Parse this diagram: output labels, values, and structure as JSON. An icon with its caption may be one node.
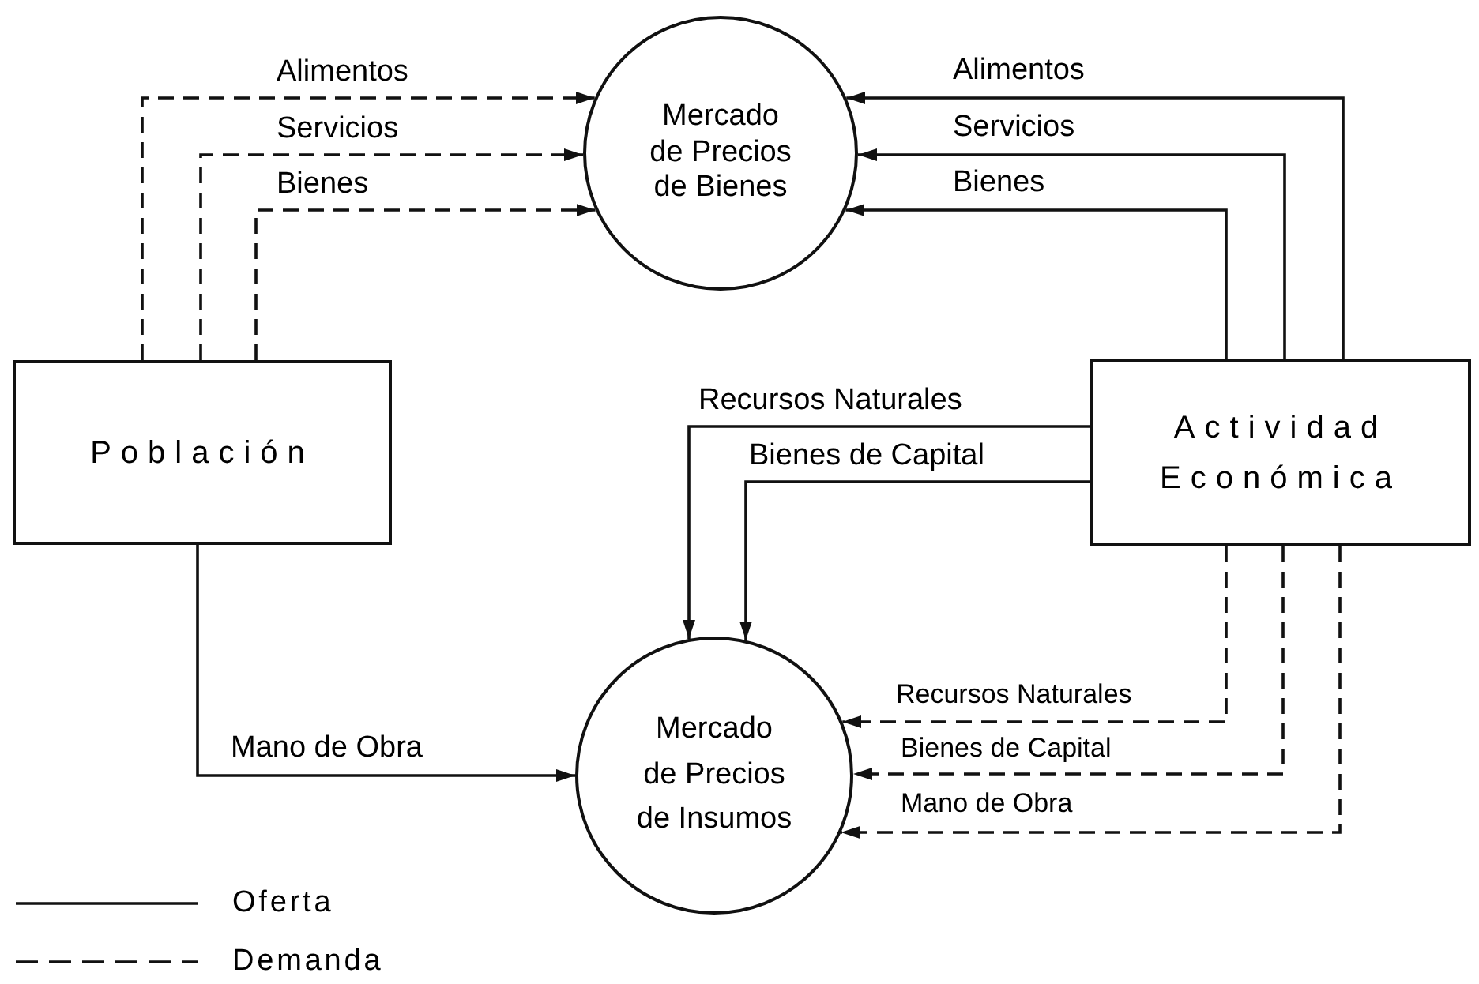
{
  "diagram": {
    "nodes": [
      {
        "text": [
          "Población"
        ]
      },
      {
        "text": [
          "Mercado de Precios de Bienes"
        ]
      },
      {
        "text": [
          "Actividad Económica"
        ]
      },
      {
        "text": [
          "Mercado de Precios de Insumos"
        ]
      }
    ],
    "edges": [
      {
        "from": 0,
        "to": 1,
        "arrow": "to",
        "label": "Alimentos",
        "style": "dashed"
      },
      {
        "from": 0,
        "to": 1,
        "arrow": "to",
        "label": "Servicios",
        "style": "dashed"
      },
      {
        "from": 0,
        "to": 1,
        "arrow": "to",
        "label": "Bienes",
        "style": "dashed"
      },
      {
        "from": 2,
        "to": 1,
        "arrow": "to",
        "label": "Alimentos"
      },
      {
        "from": 2,
        "to": 1,
        "arrow": "to",
        "label": "Servicios"
      },
      {
        "from": 2,
        "to": 1,
        "arrow": "to",
        "label": "Bienes"
      },
      {
        "from": 2,
        "to": 3,
        "arrow": "to",
        "label": "Recursos Naturales"
      },
      {
        "from": 2,
        "to": 3,
        "arrow": "to",
        "label": "Bienes de Capital"
      },
      {
        "from": 0,
        "to": 3,
        "arrow": "to",
        "label": "Mano de Obra"
      },
      {
        "from": 2,
        "to": 3,
        "arrow": "to",
        "label": "Recursos Naturales",
        "style": "dashed"
      },
      {
        "from": 2,
        "to": 3,
        "arrow": "to",
        "label": "Bienes de Capital",
        "style": "dashed"
      },
      {
        "from": 2,
        "to": 3,
        "arrow": "to",
        "label": "Mano de Obra",
        "style": "dashed"
      }
    ],
    "legend": [
      {
        "text": "Oferta"
      },
      {
        "text": "Demanda"
      }
    ]
  }
}
